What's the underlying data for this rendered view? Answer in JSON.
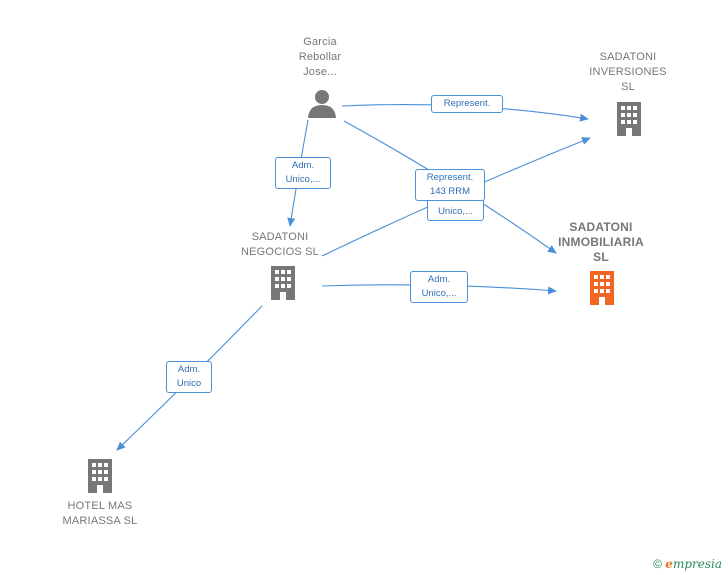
{
  "colors": {
    "edge": "#4a90d9",
    "node_gray": "#777777",
    "node_highlight": "#f26522",
    "footer_green": "#2e8b57"
  },
  "nodes": {
    "garcia": {
      "label": "Garcia\nRebollar\nJose..."
    },
    "sadatoni_inversiones": {
      "label": "SADATONI\nINVERSIONES\nSL"
    },
    "sadatoni_inmobiliaria": {
      "label": "SADATONI\nINMOBILIARIA\nSL"
    },
    "sadatoni_negocios": {
      "label": "SADATONI\nNEGOCIOS  SL"
    },
    "hotel_mas": {
      "label": "HOTEL MAS\nMARIASSA  SL"
    }
  },
  "edges": {
    "garcia_inversiones": "Represent.",
    "garcia_negocios": "Adm.\nUnico,...",
    "garcia_inmobiliaria": "Adm.\nUnico,...",
    "negocios_inversiones": "Represent.\n143 RRM",
    "negocios_inmobiliaria": "Adm.\nUnico,...",
    "negocios_hotel": "Adm.\nUnico"
  },
  "footer": {
    "copyright": "©",
    "brand_e": "e",
    "brand_rest": "mpresia"
  }
}
